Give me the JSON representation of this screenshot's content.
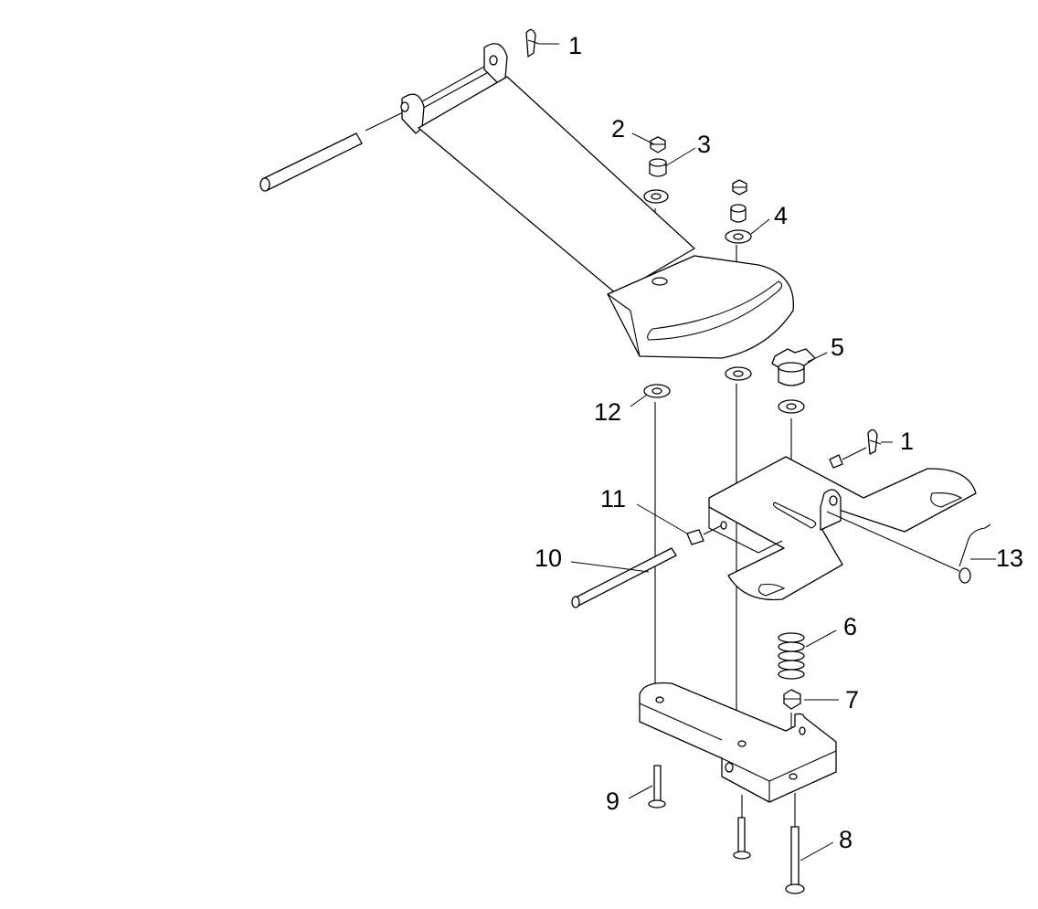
{
  "callouts": {
    "c1_top": "1",
    "c2": "2",
    "c3": "3",
    "c4": "4",
    "c5": "5",
    "c1_right": "1",
    "c12": "12",
    "c11": "11",
    "c10": "10",
    "c13": "13",
    "c6": "6",
    "c7": "7",
    "c9": "9",
    "c8": "8"
  }
}
